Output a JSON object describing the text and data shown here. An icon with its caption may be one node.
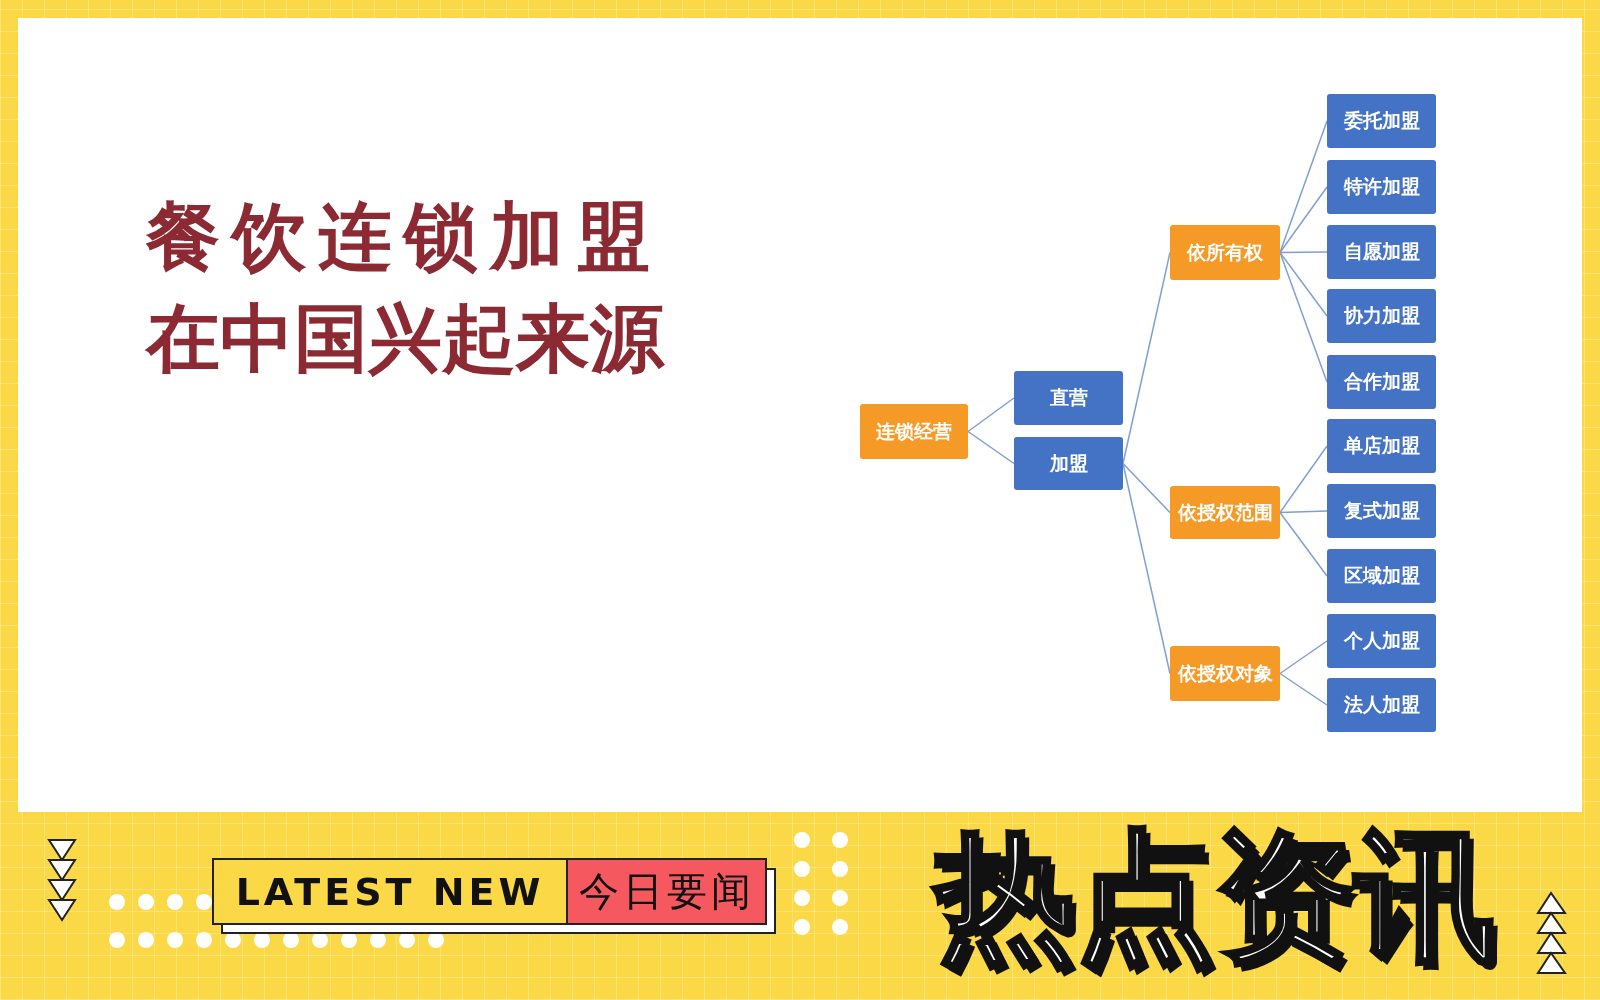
{
  "diagram": {
    "title": "餐饮连锁加盟在中国兴起来源",
    "nodes": [
      {
        "text": [
          "连锁经营"
        ]
      },
      {
        "text": [
          "直营"
        ]
      },
      {
        "text": [
          "加盟"
        ]
      },
      {
        "text": [
          "依所有权"
        ]
      },
      {
        "text": [
          "依授权范围"
        ]
      },
      {
        "text": [
          "依授权对象"
        ]
      },
      {
        "text": [
          "委托加盟"
        ]
      },
      {
        "text": [
          "特许加盟"
        ]
      },
      {
        "text": [
          "自愿加盟"
        ]
      },
      {
        "text": [
          "协力加盟"
        ]
      },
      {
        "text": [
          "合作加盟"
        ]
      },
      {
        "text": [
          "单店加盟"
        ]
      },
      {
        "text": [
          "复式加盟"
        ]
      },
      {
        "text": [
          "区域加盟"
        ]
      },
      {
        "text": [
          "个人加盟"
        ]
      },
      {
        "text": [
          "法人加盟"
        ]
      }
    ],
    "edges": [
      {
        "from": 0,
        "to": 1,
        "arrow": "none"
      },
      {
        "from": 0,
        "to": 2,
        "arrow": "none"
      },
      {
        "from": 2,
        "to": 3,
        "arrow": "none"
      },
      {
        "from": 2,
        "to": 4,
        "arrow": "none"
      },
      {
        "from": 2,
        "to": 5,
        "arrow": "none"
      },
      {
        "from": 3,
        "to": 6,
        "arrow": "none"
      },
      {
        "from": 3,
        "to": 7,
        "arrow": "none"
      },
      {
        "from": 3,
        "to": 8,
        "arrow": "none"
      },
      {
        "from": 3,
        "to": 9,
        "arrow": "none"
      },
      {
        "from": 3,
        "to": 10,
        "arrow": "none"
      },
      {
        "from": 4,
        "to": 11,
        "arrow": "none"
      },
      {
        "from": 4,
        "to": 12,
        "arrow": "none"
      },
      {
        "from": 4,
        "to": 13,
        "arrow": "none"
      },
      {
        "from": 5,
        "to": 14,
        "arrow": "none"
      },
      {
        "from": 5,
        "to": 15,
        "arrow": "none"
      }
    ],
    "labels": [
      "LATEST NEW",
      "今日要闻",
      "热点资讯"
    ]
  }
}
